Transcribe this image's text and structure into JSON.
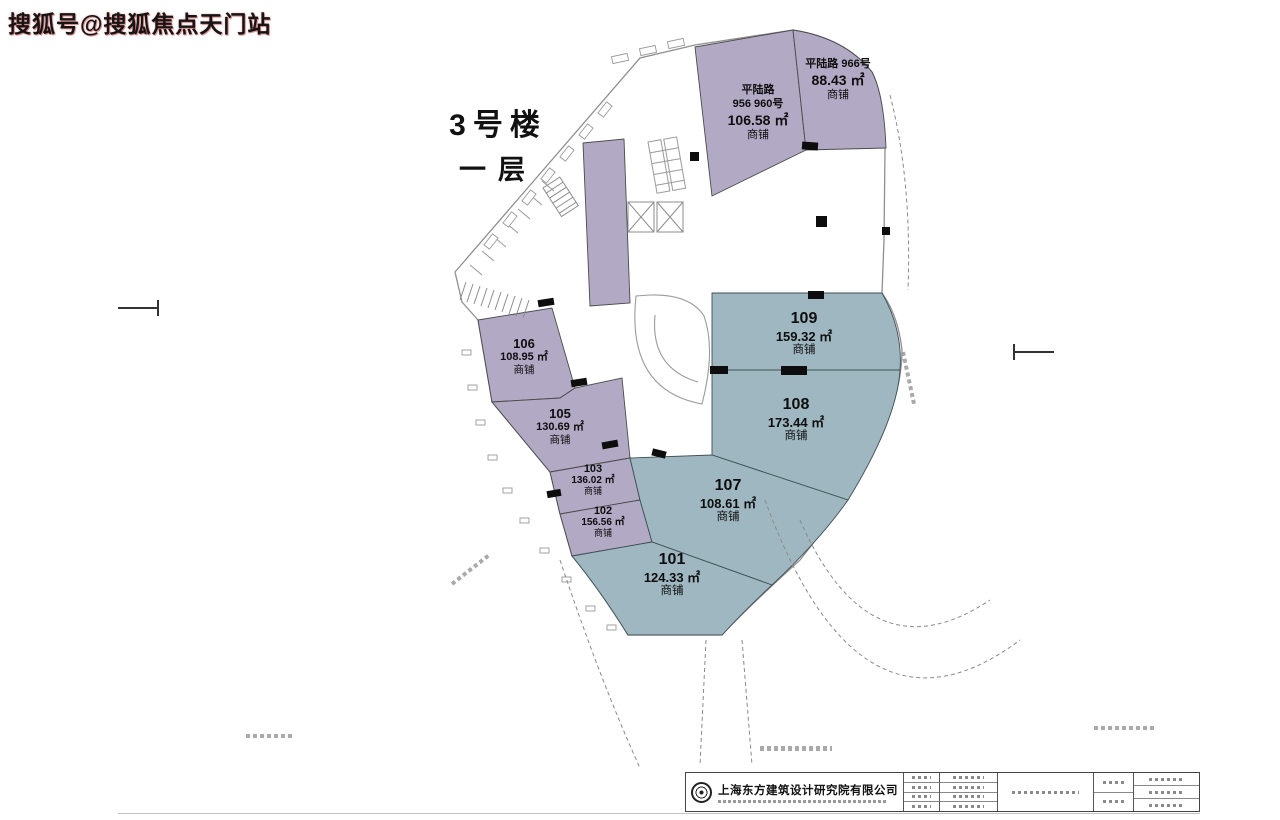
{
  "watermark": "搜狐号@搜狐焦点天门站",
  "plan_title": {
    "line1": "3号楼",
    "line2": "一层"
  },
  "units": {
    "u956": {
      "name": "平陆路",
      "name2": "956 960号",
      "area": "106.58 ㎡",
      "type": "商铺"
    },
    "u966": {
      "name": "平陆路 966号",
      "area": "88.43 ㎡",
      "type": "商铺"
    },
    "u109": {
      "name": "109",
      "area": "159.32 ㎡",
      "type": "商铺"
    },
    "u108": {
      "name": "108",
      "area": "173.44 ㎡",
      "type": "商铺"
    },
    "u107": {
      "name": "107",
      "area": "108.61 ㎡",
      "type": "商铺"
    },
    "u101": {
      "name": "101",
      "area": "124.33 ㎡",
      "type": "商铺"
    },
    "u106": {
      "name": "106",
      "area": "108.95 ㎡",
      "type": "商铺"
    },
    "u105": {
      "name": "105",
      "area": "130.69 ㎡",
      "type": "商铺"
    },
    "u103": {
      "name": "103",
      "area": "136.02 ㎡",
      "type": "商铺"
    },
    "u102": {
      "name": "102",
      "area": "156.56 ㎡",
      "type": "商铺"
    }
  },
  "title_block": {
    "company": "上海东方建筑设计研究院有限公司"
  },
  "colors": {
    "purple": "#b2aac5",
    "teal": "#9fb7c0",
    "outline": "#8f8f8f",
    "marker": "#0d0d0d"
  }
}
